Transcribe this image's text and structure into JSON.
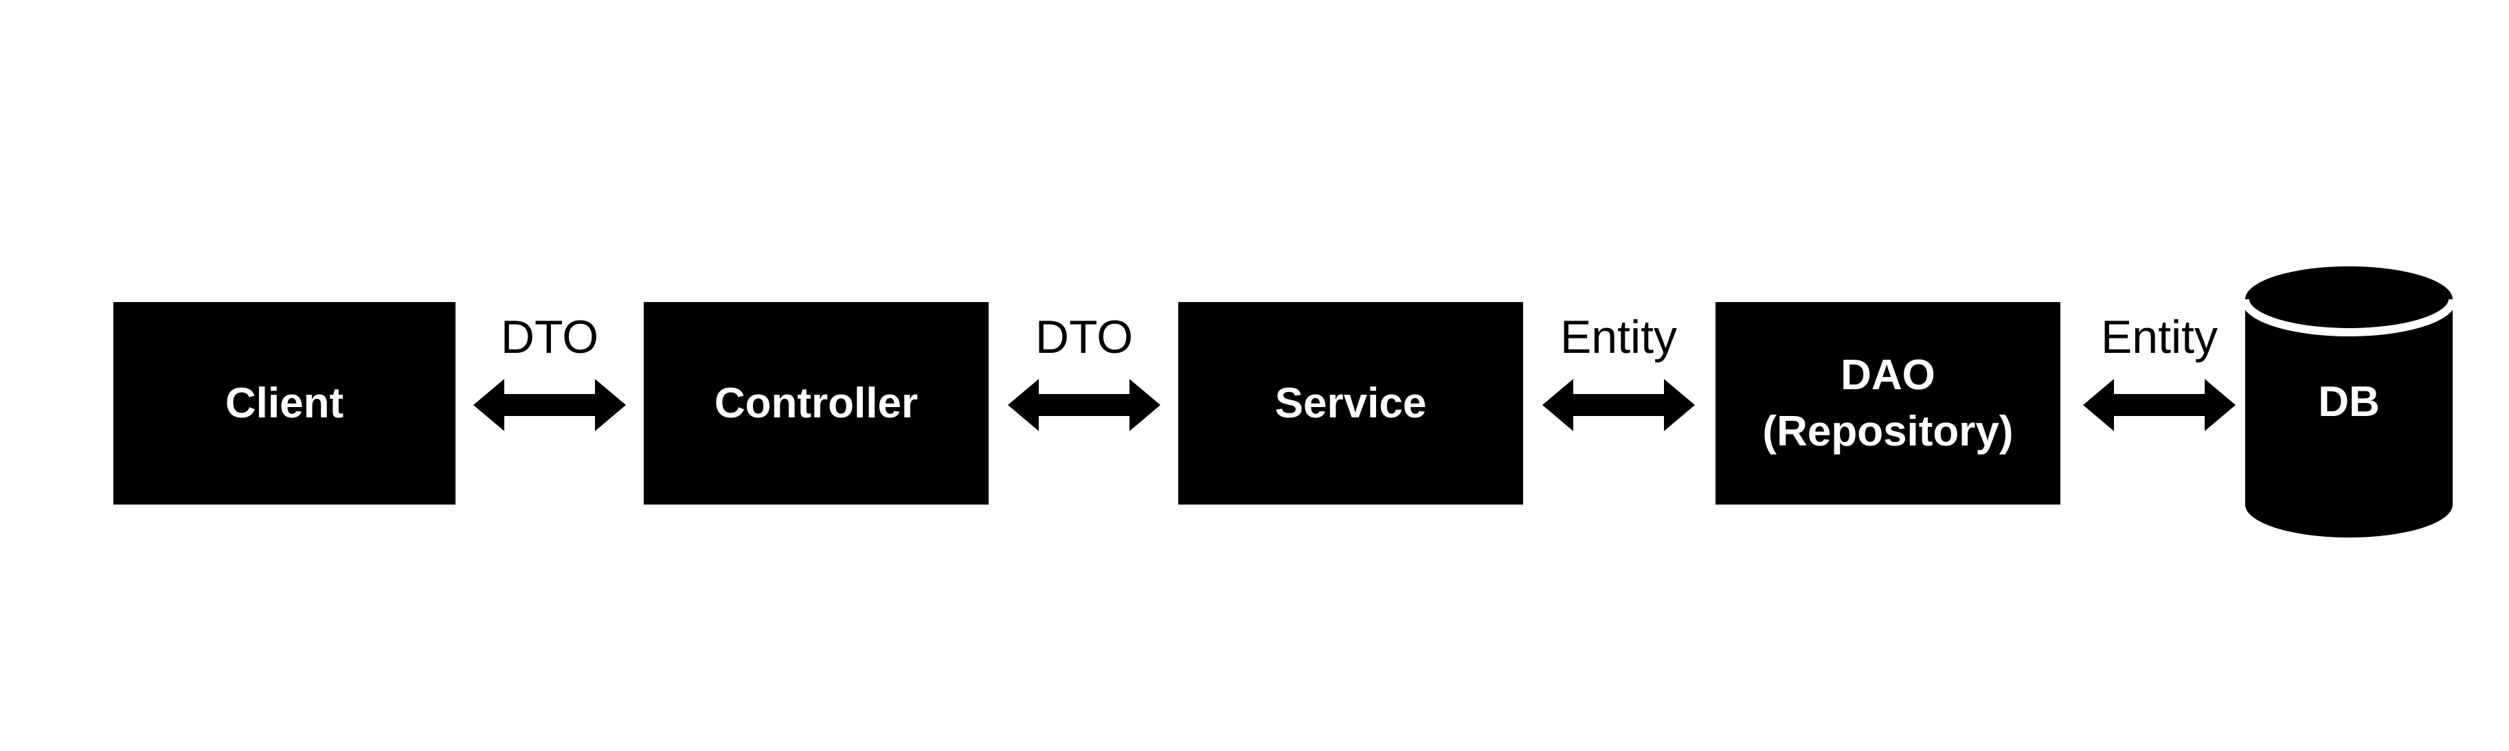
{
  "diagram": {
    "type": "architecture-flow",
    "colors": {
      "background": "#ffffff",
      "node_fill": "#000000",
      "node_text": "#ffffff",
      "arrow": "#000000",
      "edge_label_text": "#000000"
    },
    "nodes": [
      {
        "id": "client",
        "shape": "rectangle",
        "label": "Client"
      },
      {
        "id": "controller",
        "shape": "rectangle",
        "label": "Controller"
      },
      {
        "id": "service",
        "shape": "rectangle",
        "label": "Service"
      },
      {
        "id": "dao",
        "shape": "rectangle",
        "label": "DAO",
        "sublabel": "(Repository)"
      },
      {
        "id": "db",
        "shape": "cylinder",
        "label": "DB"
      }
    ],
    "edges": [
      {
        "from": "client",
        "to": "controller",
        "label": "DTO",
        "direction": "bidirectional"
      },
      {
        "from": "controller",
        "to": "service",
        "label": "DTO",
        "direction": "bidirectional"
      },
      {
        "from": "service",
        "to": "dao",
        "label": "Entity",
        "direction": "bidirectional"
      },
      {
        "from": "dao",
        "to": "db",
        "label": "Entity",
        "direction": "bidirectional"
      }
    ]
  }
}
